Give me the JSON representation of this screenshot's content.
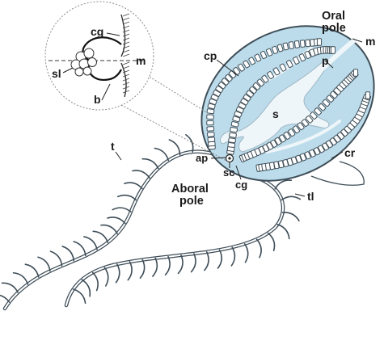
{
  "labels": {
    "oral_pole_line1": "Oral",
    "oral_pole_line2": "pole",
    "aboral_pole_line1": "Aboral",
    "aboral_pole_line2": "pole",
    "m_body": "m",
    "p": "p",
    "cp": "cp",
    "s": "s",
    "cr": "cr",
    "ap": "ap",
    "sc": "sc",
    "cg_body": "cg",
    "t": "t",
    "tl": "tl",
    "cg_inset": "cg",
    "m_inset": "m",
    "sl": "sl",
    "b": "b"
  },
  "colors": {
    "body_fill": "#bcdceb",
    "body_outline": "#3e4d57",
    "canal_fill": "#eef6fa",
    "comb_fill": "#ffffff",
    "comb_stroke": "#3e4d57",
    "tentacle": "#3e4d57",
    "inset_circle": "#8a8a8a"
  },
  "icons": {
    "statocyst": "statolith-cluster-icon",
    "comb_row": "comb-plate-row-icon"
  }
}
